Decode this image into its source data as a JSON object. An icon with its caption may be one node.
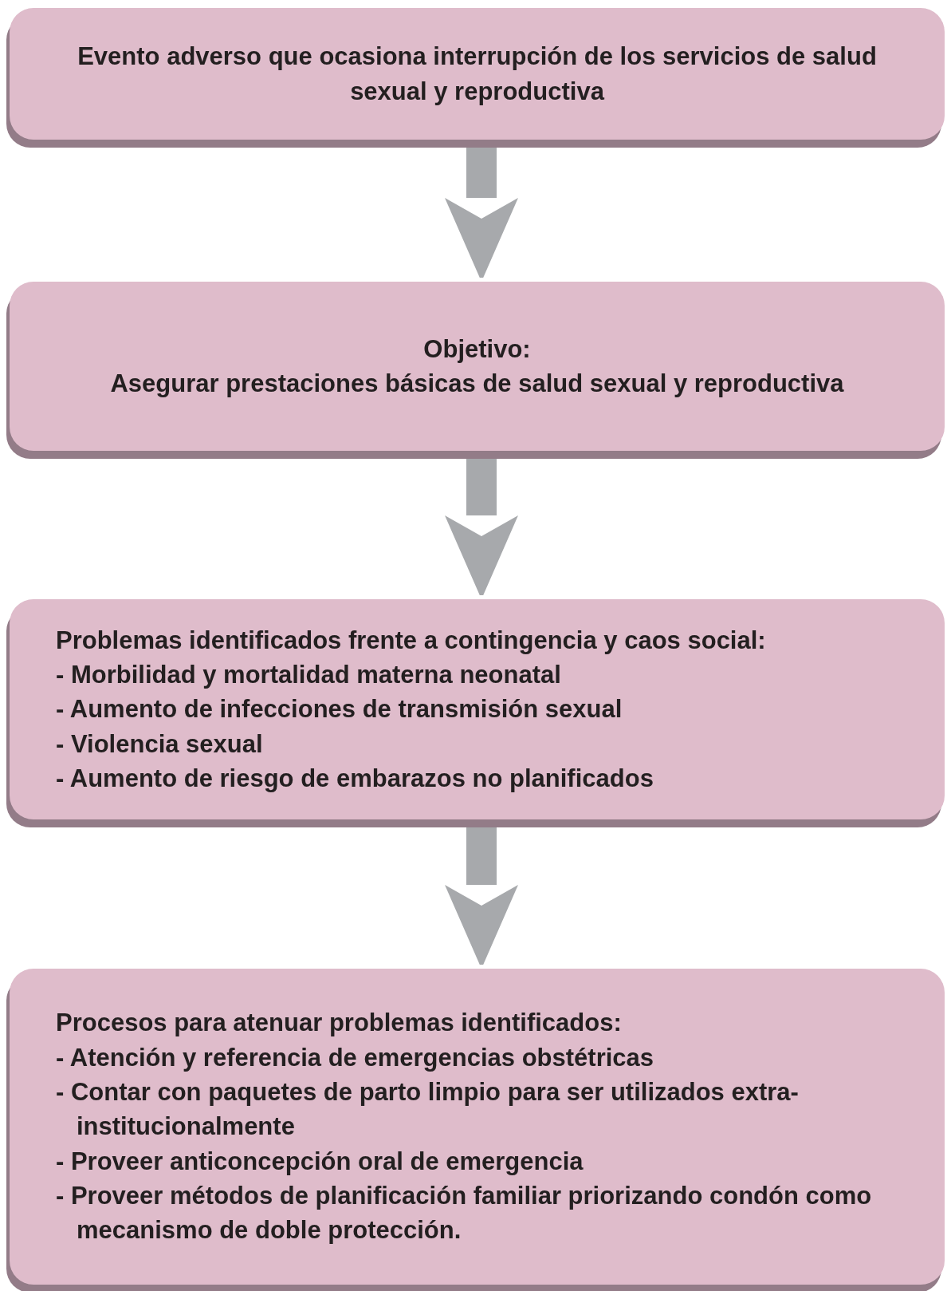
{
  "diagram": {
    "nodes": [
      {
        "text": [
          "Evento adverso que ocasiona interrupción de los servicios de salud sexual y reproductiva"
        ]
      },
      {
        "text": [
          "Objetivo:",
          "Asegurar prestaciones básicas de salud sexual y reproductiva"
        ]
      },
      {
        "text": [
          "Problemas identificados frente a contingencia y caos social:",
          "- Morbilidad y mortalidad materna neonatal",
          "- Aumento de infecciones de transmisión sexual",
          "- Violencia sexual",
          "- Aumento de riesgo de embarazos no planificados"
        ]
      },
      {
        "text": [
          "Procesos para atenuar problemas identificados:",
          "- Atención y referencia de emergencias obstétricas",
          "- Contar con paquetes de parto limpio para ser utilizados extra-institucionalmente",
          "- Proveer anticoncepción oral de emergencia",
          "- Proveer métodos de planificación familiar priorizando condón como mecanismo de doble protección."
        ]
      }
    ],
    "edges": [
      {
        "from": 0,
        "to": 1,
        "arrow": "to"
      },
      {
        "from": 1,
        "to": 2,
        "arrow": "to"
      },
      {
        "from": 2,
        "to": 3,
        "arrow": "to"
      }
    ]
  }
}
